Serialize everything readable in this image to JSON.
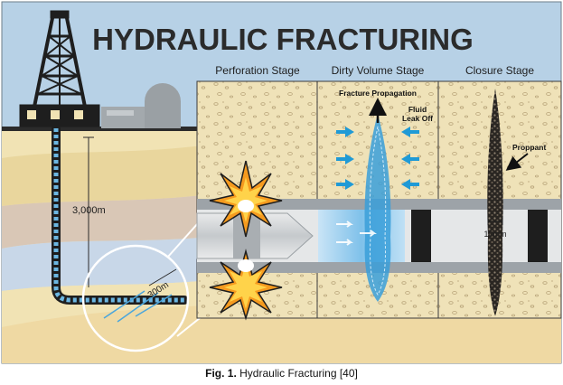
{
  "title": "HYDRAULIC FRACTURING",
  "stages": {
    "perforation": "Perforation Stage",
    "dirty_volume": "Dirty Volume Stage",
    "closure": "Closure Stage"
  },
  "labels": {
    "depth": "3,000m",
    "lateral": "300m",
    "fracture_propagation": "Fracture Propagation",
    "fluid_leak_off_line1": "Fluid",
    "fluid_leak_off_line2": "Leak Off",
    "proppant": "Proppant",
    "width": "10mm"
  },
  "caption": {
    "label": "Fig. 1.",
    "text": " Hydraulic Fracturing [40]"
  },
  "colors": {
    "sky": "#b7d1e6",
    "title": "#2b2b2b",
    "sand": "#f1e3b4",
    "rock_panel": "#efe2b8",
    "pipe_gray": "#9da3a8",
    "water_blue": "#2e9fd8",
    "dark": "#1e1e1e"
  }
}
